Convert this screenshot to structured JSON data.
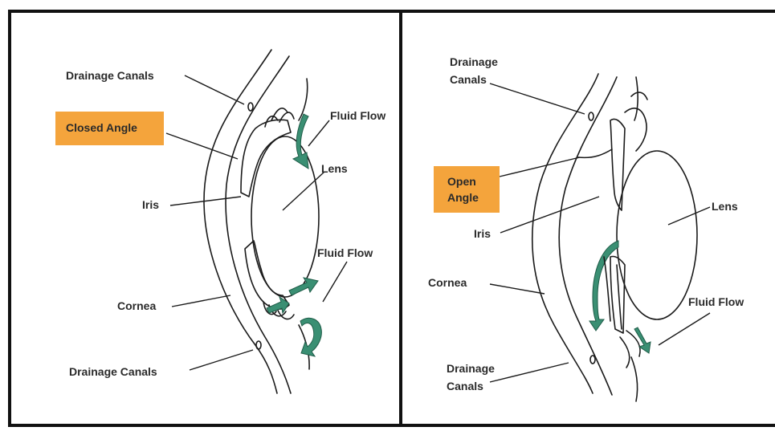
{
  "left_panel": {
    "drainage_top": "Drainage Canals",
    "angle": "Closed Angle",
    "fluid_top": "Fluid Flow",
    "lens": "Lens",
    "iris": "Iris",
    "fluid_bottom": "Fluid Flow",
    "cornea": "Cornea",
    "drainage_bottom": "Drainage Canals"
  },
  "right_panel": {
    "drainage_top_1": "Drainage",
    "drainage_top_2": "Canals",
    "angle_1": "Open",
    "angle_2": "Angle",
    "iris": "Iris",
    "lens": "Lens",
    "cornea": "Cornea",
    "fluid": "Fluid Flow",
    "drainage_bottom_1": "Drainage",
    "drainage_bottom_2": "Canals"
  },
  "colors": {
    "highlight": "#f4a43c",
    "fluid_arrow": "#3a8f73"
  }
}
